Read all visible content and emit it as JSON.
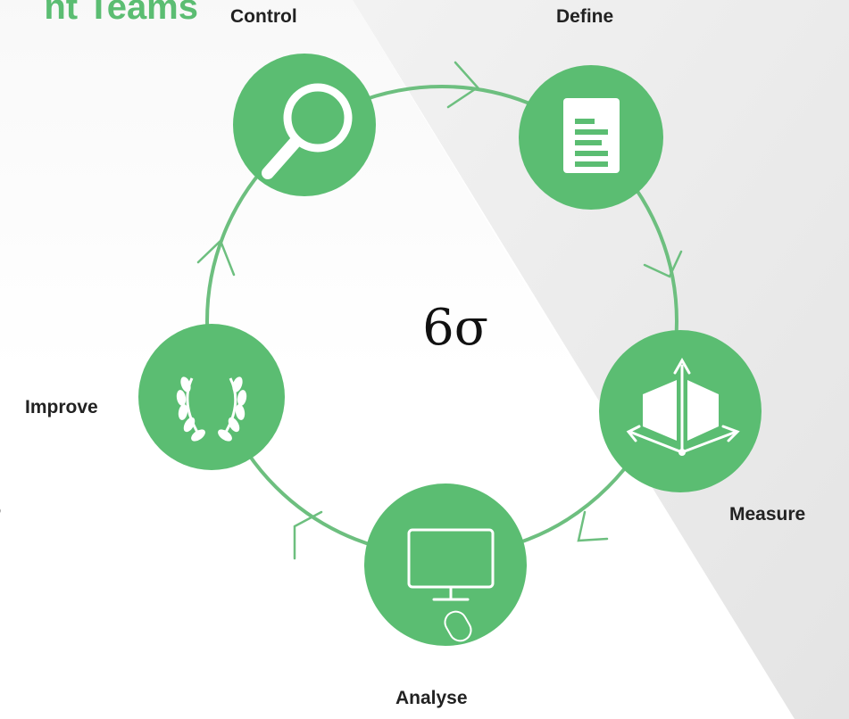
{
  "heading_fragment": "nt Teams",
  "left_fragment": "s",
  "center_symbol": "6σ",
  "steps": [
    {
      "id": "define",
      "label": "Define",
      "icon": "document-icon"
    },
    {
      "id": "measure",
      "label": "Measure",
      "icon": "box-axes-icon"
    },
    {
      "id": "analyse",
      "label": "Analyse",
      "icon": "monitor-mouse-icon"
    },
    {
      "id": "improve",
      "label": "Improve",
      "icon": "laurel-wreath-icon"
    },
    {
      "id": "control",
      "label": "Control",
      "icon": "magnifier-icon"
    }
  ],
  "colors": {
    "node": "#5bbd72",
    "ring": "#6dbf7f",
    "icon": "#ffffff",
    "heading": "#5bbd72",
    "background_band": "#e9e9e9"
  }
}
